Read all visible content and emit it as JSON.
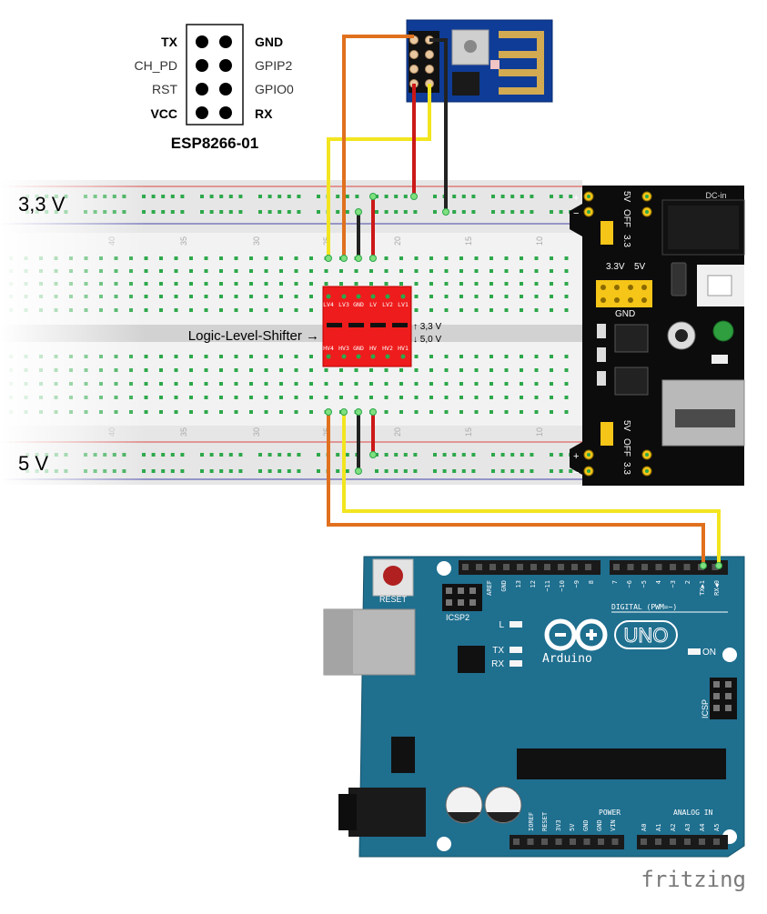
{
  "pinout": {
    "title": "ESP8266-01",
    "left": [
      "TX",
      "CH_PD",
      "RST",
      "VCC"
    ],
    "right": [
      "GND",
      "GPIP2",
      "GPIO0",
      "RX"
    ]
  },
  "rails": {
    "top_label": "3,3 V",
    "bottom_label": "5 V"
  },
  "breadboard": {
    "column_numbers": [
      "35",
      "30",
      "25",
      "20",
      "15",
      "10"
    ]
  },
  "shifter": {
    "caption": "Logic-Level-Shifter →",
    "top_pins": [
      "LV4",
      "LV3",
      "GND",
      "LV",
      "LV2",
      "LV1"
    ],
    "bottom_pins": [
      "HV4",
      "HV3",
      "GND",
      "HV",
      "HV2",
      "HV1"
    ],
    "up_label": "↑ 3,3 V",
    "down_label": "↓ 5,0 V"
  },
  "power_module": {
    "dc_in": "DC-in",
    "top_sel": [
      "5V",
      "OFF",
      "3.3"
    ],
    "mid_labels": [
      "3.3V",
      "5V"
    ],
    "gnd": "GND",
    "bottom_sel": [
      "5V",
      "OFF",
      "3.3"
    ]
  },
  "arduino": {
    "reset": "RESET",
    "icsp2": "ICSP2",
    "icsp": "ICSP",
    "led_l": "L",
    "led_tx": "TX",
    "led_rx": "RX",
    "on": "ON",
    "brand": "Arduino",
    "model": "UNO",
    "digital": "DIGITAL (PWM=~)",
    "digital_pins": [
      "AREF",
      "GND",
      "13",
      "12",
      "~11",
      "~10",
      "~9",
      "8",
      "7",
      "~6",
      "~5",
      "4",
      "~3",
      "2",
      "TX▶1",
      "RX◀0"
    ],
    "power": "POWER",
    "power_pins": [
      "IOREF",
      "RESET",
      "3V3",
      "5V",
      "GND",
      "GND",
      "VIN"
    ],
    "analog": "ANALOG IN",
    "analog_pins": [
      "A0",
      "A1",
      "A2",
      "A3",
      "A4",
      "A5"
    ]
  },
  "watermark": "fritzing",
  "colors": {
    "wire_orange": "#e0701e",
    "wire_yellow": "#f2e520",
    "wire_red": "#cc1818",
    "wire_black": "#222222",
    "esp_blue": "#0f3c96",
    "arduino_teal": "#1f6f8f",
    "shifter_red": "#ee1c1c"
  }
}
